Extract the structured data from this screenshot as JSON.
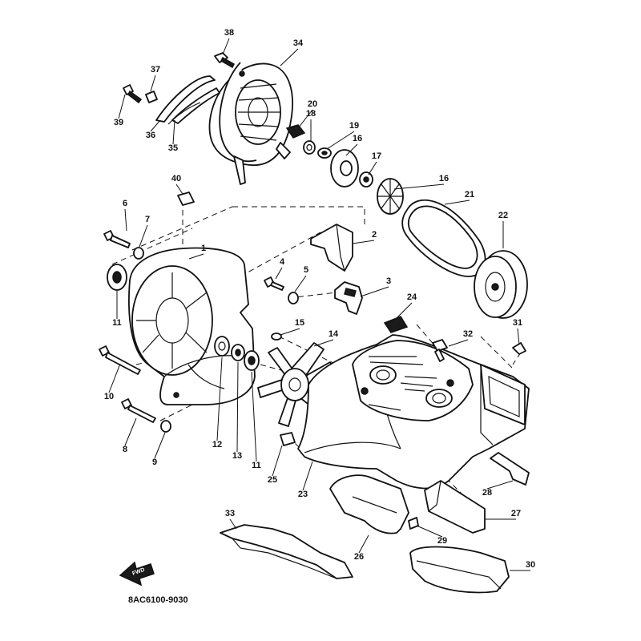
{
  "diagram": {
    "drawing_code": "8AC6100-9030",
    "direction_arrow_label": "FWD",
    "callouts": [
      "38",
      "34",
      "37",
      "39",
      "36",
      "35",
      "20",
      "18",
      "19",
      "16",
      "17",
      "16",
      "21",
      "22",
      "40",
      "6",
      "7",
      "2",
      "1",
      "4",
      "5",
      "3",
      "11",
      "24",
      "32",
      "31",
      "15",
      "14",
      "10",
      "12",
      "13",
      "11",
      "8",
      "9",
      "25",
      "23",
      "28",
      "27",
      "33",
      "29",
      "26",
      "30"
    ]
  }
}
